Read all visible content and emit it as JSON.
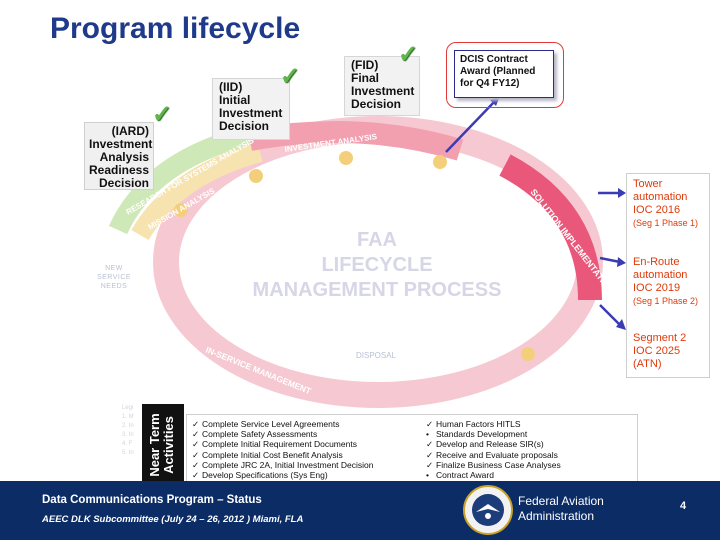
{
  "title": "Program lifecycle",
  "decisions": {
    "iard": "(IARD)\nInvestment\nAnalysis\nReadiness\nDecision",
    "iid": "(IID)\nInitial\nInvestment\nDecision",
    "fid": "(FID)\nFinal\nInvestment\nDecision"
  },
  "dcis": "DCIS Contract Award (Planned for Q4 FY12)",
  "milestones": [
    {
      "main": "Tower automation IOC 2016",
      "sub": "(Seg 1 Phase 1)"
    },
    {
      "main": "En-Route automation IOC 2019",
      "sub": "(Seg 1 Phase 2)"
    },
    {
      "main": "Segment 2 IOC 2025 (ATN)",
      "sub": ""
    }
  ],
  "lifecycle": {
    "center_lines": [
      "FAA",
      "LIFECYCLE",
      "MANAGEMENT PROCESS"
    ],
    "new_service_needs": "NEW SERVICE NEEDS",
    "disposal": "DISPOSAL",
    "arc_labels": {
      "research": "RESEARCH FOR SYSTEMS ANALYSIS",
      "mission": "MISSION ANALYSIS",
      "investment": "INVESTMENT ANALYSIS",
      "solution": "SOLUTION IMPLEMENTATION",
      "in_service": "IN-SERVICE MANAGEMENT"
    }
  },
  "near_term": "Near Term Activities",
  "activities_left": [
    "Complete Service Level Agreements",
    "Complete Safety Assessments",
    "Complete Initial Requirement Documents",
    "Complete Initial Cost Benefit Analysis",
    "Complete JRC 2A, Initial Investment Decision",
    "Develop Specifications (Sys Eng)"
  ],
  "activities_right": [
    {
      "mark": "✓",
      "text": "Human Factors HITLS"
    },
    {
      "mark": "•",
      "text": "Standards Development"
    },
    {
      "mark": "✓",
      "text": "Develop and Release SIR(s)"
    },
    {
      "mark": "✓",
      "text": "Receive and Evaluate proposals"
    },
    {
      "mark": "✓",
      "text": "Finalize Business Case Analyses"
    },
    {
      "mark": "•",
      "text": "Contract Award"
    }
  ],
  "footer": {
    "line1": "Data Communications Program – Status",
    "line2": "AEEC DLK Subcommittee (July 24 – 26, 2012 ) Miami, FLA",
    "agency": "Federal Aviation\nAdministration",
    "page": "4"
  },
  "colors": {
    "title": "#1f3a8a",
    "footer": "#0c2c66",
    "milestone": "#e03a0a",
    "arrow": "#3b3bb4"
  }
}
